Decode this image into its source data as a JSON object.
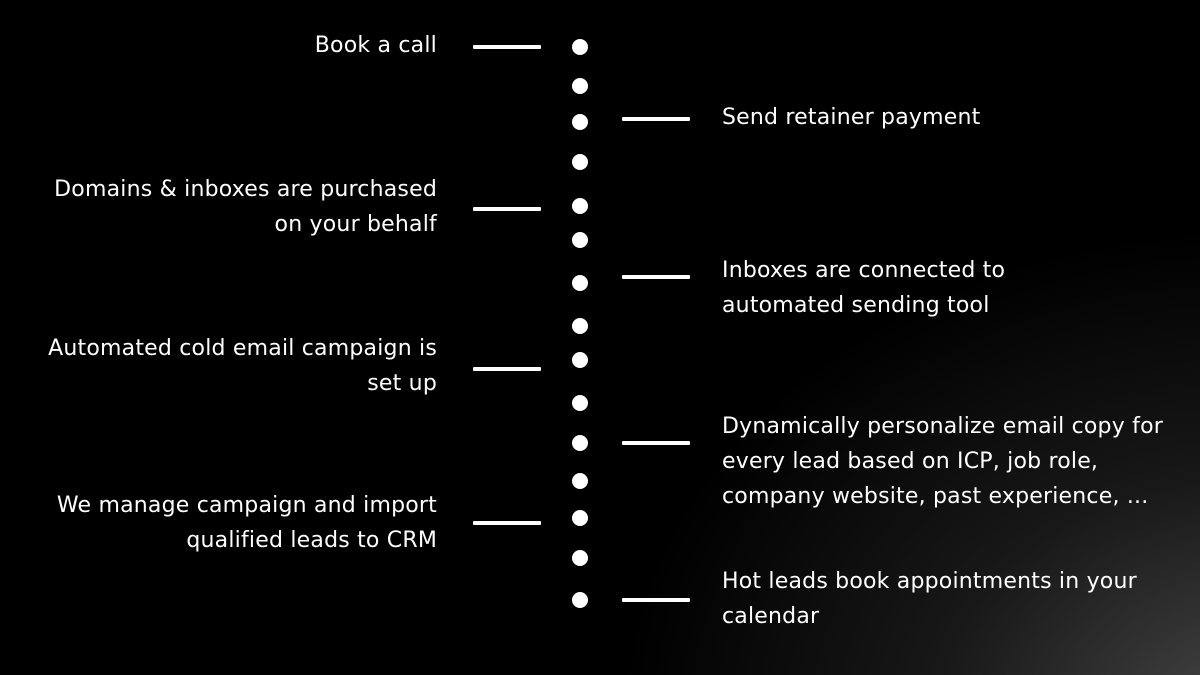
{
  "timeline": {
    "left_steps": [
      {
        "lines": [
          "Book a call"
        ]
      },
      {
        "lines": [
          "Domains & inboxes are purchased",
          "on your behalf"
        ]
      },
      {
        "lines": [
          "Automated cold email campaign is",
          "set up"
        ]
      },
      {
        "lines": [
          "We manage campaign and import",
          "qualified leads to CRM"
        ]
      }
    ],
    "right_steps": [
      {
        "lines": [
          "Send retainer payment"
        ]
      },
      {
        "lines": [
          "Inboxes are connected to",
          "automated sending tool"
        ]
      },
      {
        "lines": [
          "Dynamically personalize email copy for",
          "every lead based on ICP, job role,",
          "company website, past experience, ..."
        ]
      },
      {
        "lines": [
          "Hot leads book appointments in your",
          "calendar"
        ]
      }
    ]
  },
  "colors": {
    "background": "#000000",
    "foreground": "#ffffff"
  }
}
